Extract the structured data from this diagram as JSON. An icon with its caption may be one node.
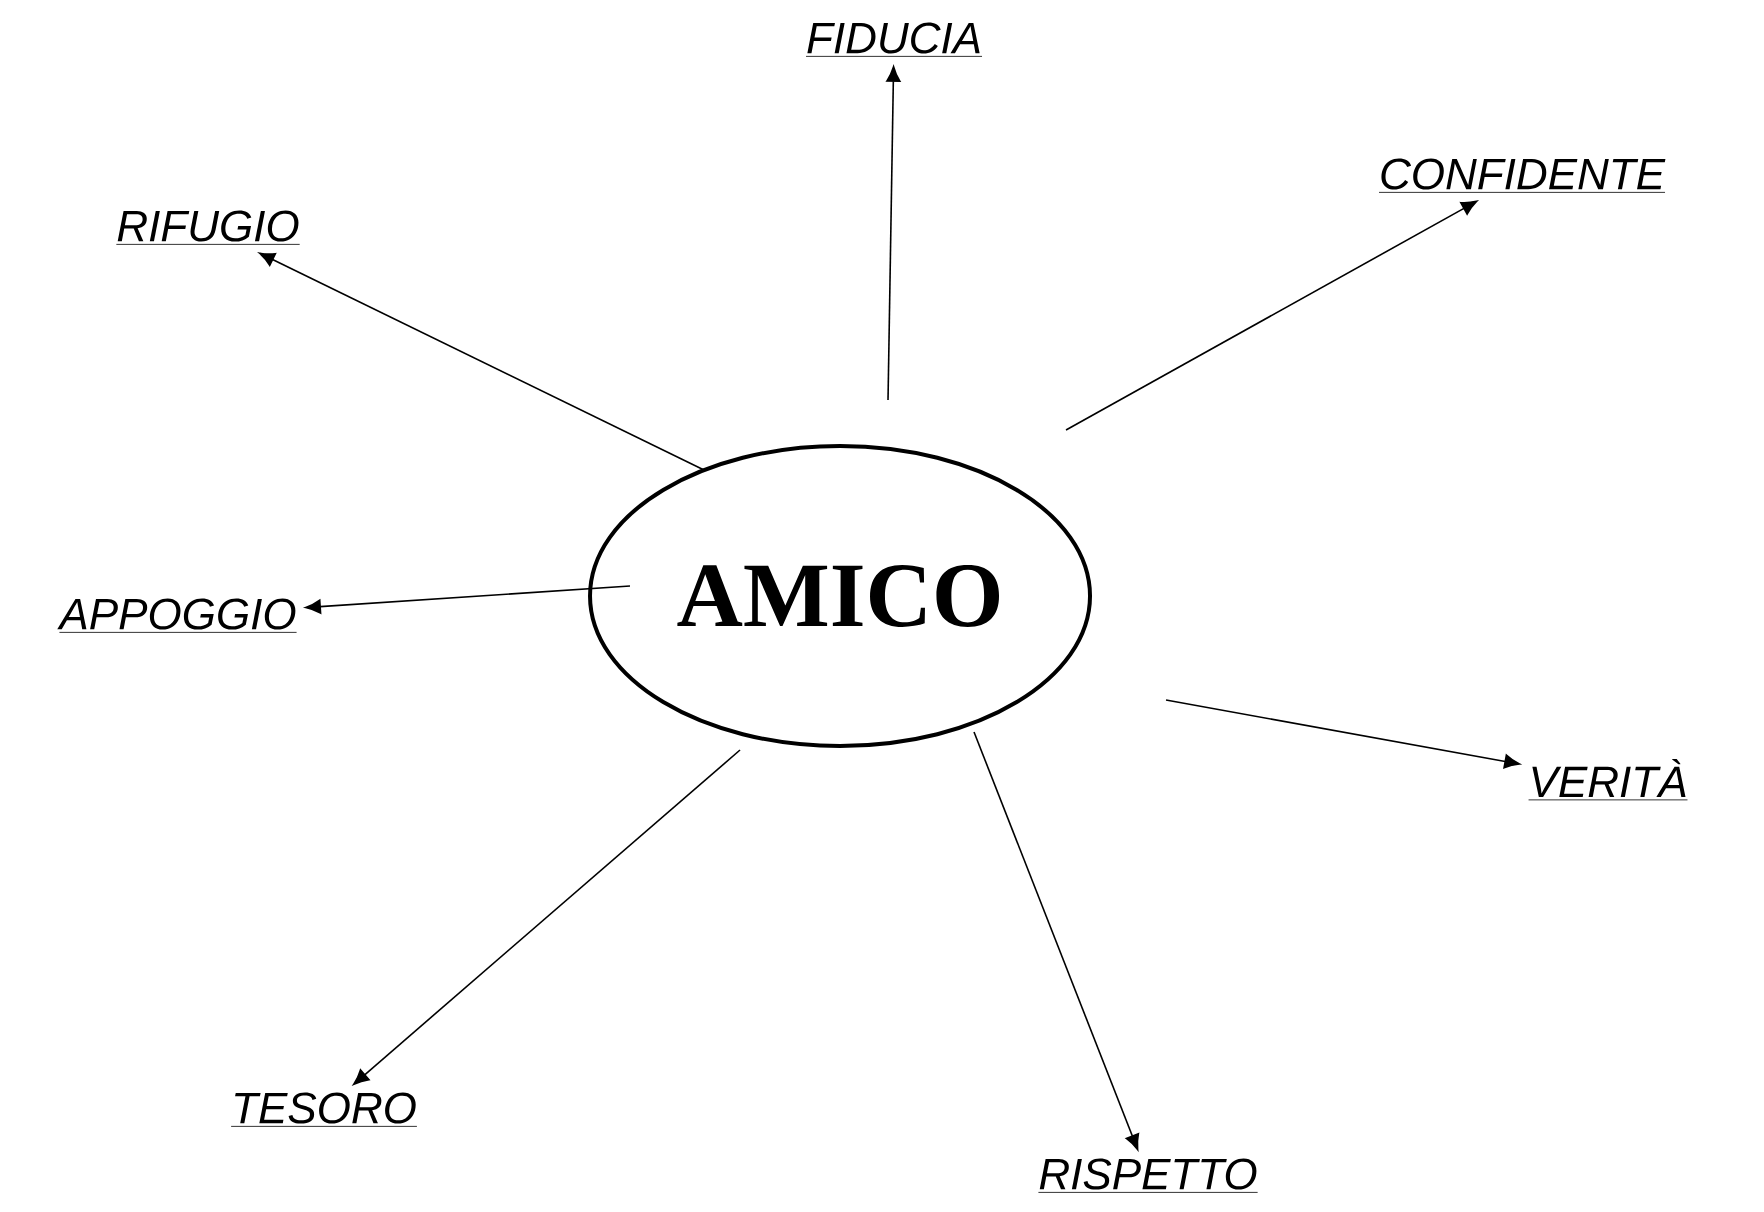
{
  "diagram": {
    "nodes": [
      {
        "text": [
          "AMICO"
        ]
      },
      {
        "text": [
          "FIDUCIA"
        ]
      },
      {
        "text": [
          "CONFIDENTE"
        ]
      },
      {
        "text": [
          "RIFUGIO"
        ]
      },
      {
        "text": [
          "APPOGGIO"
        ]
      },
      {
        "text": [
          "VERITÀ"
        ]
      },
      {
        "text": [
          "TESORO"
        ]
      },
      {
        "text": [
          "RISPETTO"
        ]
      }
    ],
    "edges": [
      {
        "from": 0,
        "to": 1,
        "arrow": "to"
      },
      {
        "from": 0,
        "to": 2,
        "arrow": "to"
      },
      {
        "from": 0,
        "to": 3,
        "arrow": "to"
      },
      {
        "from": 0,
        "to": 4,
        "arrow": "to"
      },
      {
        "from": 0,
        "to": 5,
        "arrow": "to"
      },
      {
        "from": 0,
        "to": 6,
        "arrow": "to"
      },
      {
        "from": 0,
        "to": 7,
        "arrow": "to"
      }
    ]
  }
}
